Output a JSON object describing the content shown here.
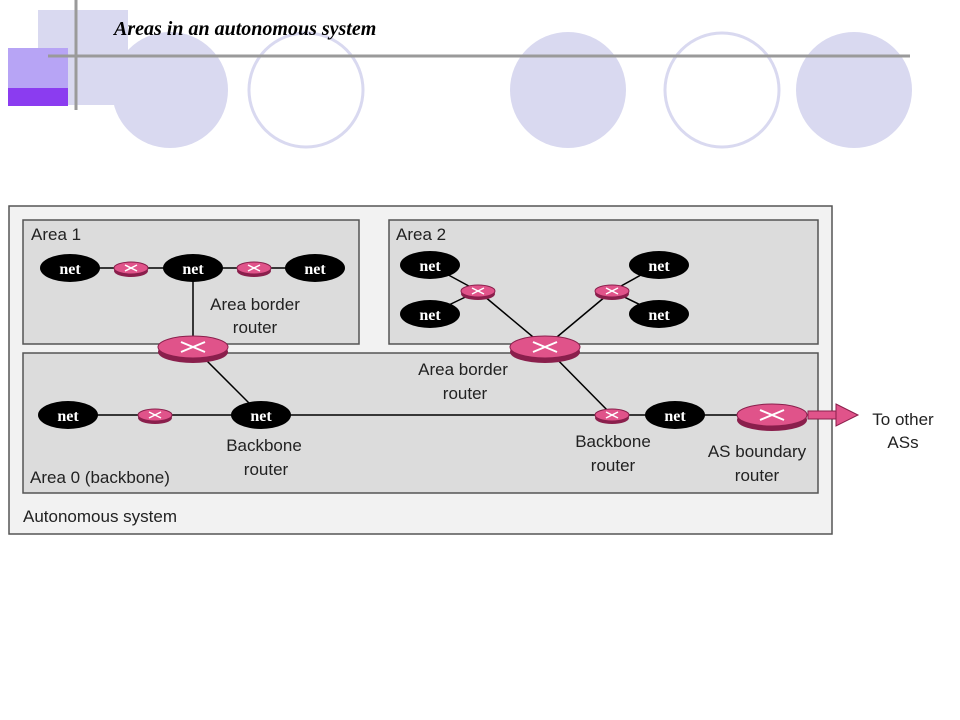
{
  "slide": {
    "title": "Areas in an autonomous system"
  },
  "diagram": {
    "area1_label": "Area 1",
    "area2_label": "Area 2",
    "area0_label": "Area 0 (backbone)",
    "as_label": "Autonomous system",
    "net_label": "net",
    "area_border_router_1": [
      "Area border",
      "router"
    ],
    "area_border_router_2": [
      "Area border",
      "router"
    ],
    "backbone_router_1": [
      "Backbone",
      "router"
    ],
    "backbone_router_2": [
      "Backbone",
      "router"
    ],
    "as_boundary_router": [
      "AS boundary",
      "router"
    ],
    "to_other_ass": [
      "To other",
      "ASs"
    ]
  },
  "colors": {
    "router_fill": "#e0538a",
    "router_dark": "#8a1f4c",
    "net_fill": "#000000",
    "area_fill": "#dcdcdc",
    "as_fill": "#f2f2f2",
    "circle_fill": "#d9d9f0",
    "accent_purple": "#8b3cf0"
  }
}
